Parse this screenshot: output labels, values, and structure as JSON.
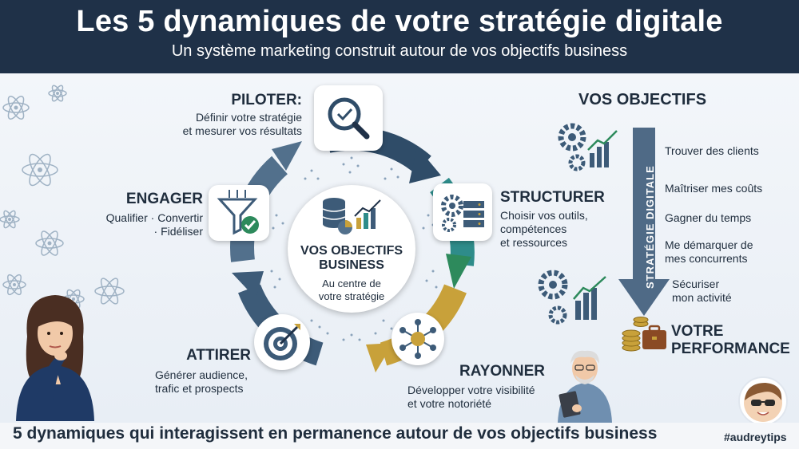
{
  "header": {
    "title": "Les 5 dynamiques de votre stratégie digitale",
    "subtitle": "Un système marketing construit autour de vos objectifs business"
  },
  "center": {
    "title_line1": "VOS OBJECTIFS",
    "title_line2": "BUSINESS",
    "subtitle_line1": "Au centre de",
    "subtitle_line2": "votre stratégie"
  },
  "dynamics": [
    {
      "title": "PILOTER:",
      "desc_line1": "Définir votre stratégie",
      "desc_line2": "et mesurer vos résultats",
      "icon": "magnifier-check-icon"
    },
    {
      "title": "STRUCTURER",
      "desc_line1": "Choisir vos outils,",
      "desc_line2": "compétences",
      "desc_line3": "et ressources",
      "icon": "gears-server-icon"
    },
    {
      "title": "RAYONNER",
      "desc_line1": "Développer votre visibilité",
      "desc_line2": "et votre notoriété",
      "icon": "network-people-icon"
    },
    {
      "title": "ATTIRER",
      "desc_line1": "Générer audience,",
      "desc_line2": "trafic et prospects",
      "icon": "target-arrow-icon"
    },
    {
      "title": "ENGAGER",
      "desc_line1": "Qualifier · Convertir",
      "desc_line2": "· Fidéliser",
      "icon": "funnel-check-icon"
    }
  ],
  "objectives": {
    "title": "VOS OBJECTIFS",
    "arrow_label": "STRATÉGIE DIGITALE",
    "items": [
      {
        "line1": "Trouver des clients"
      },
      {
        "line1": "Maîtriser mes coûts"
      },
      {
        "line1": "Gagner du temps"
      },
      {
        "line1": "Me démarquer de",
        "line2": "mes concurrents"
      },
      {
        "line1": "Sécuriser",
        "line2": "mon activité"
      }
    ],
    "result_line1": "VOTRE",
    "result_line2": "PERFORMANCE"
  },
  "footer": {
    "text": "5 dynamiques qui interagissent en permanence autour de vos objectifs business",
    "hashtag": "#audreytips"
  },
  "colors": {
    "header_bg": "#1f3148",
    "ring_dark": "#2f4c68",
    "ring_teal": "#2e8c8a",
    "ring_green": "#2d8a5c",
    "ring_gold": "#c8a13a",
    "ring_slate": "#52708c",
    "arrow_slate": "#4f6a86"
  }
}
